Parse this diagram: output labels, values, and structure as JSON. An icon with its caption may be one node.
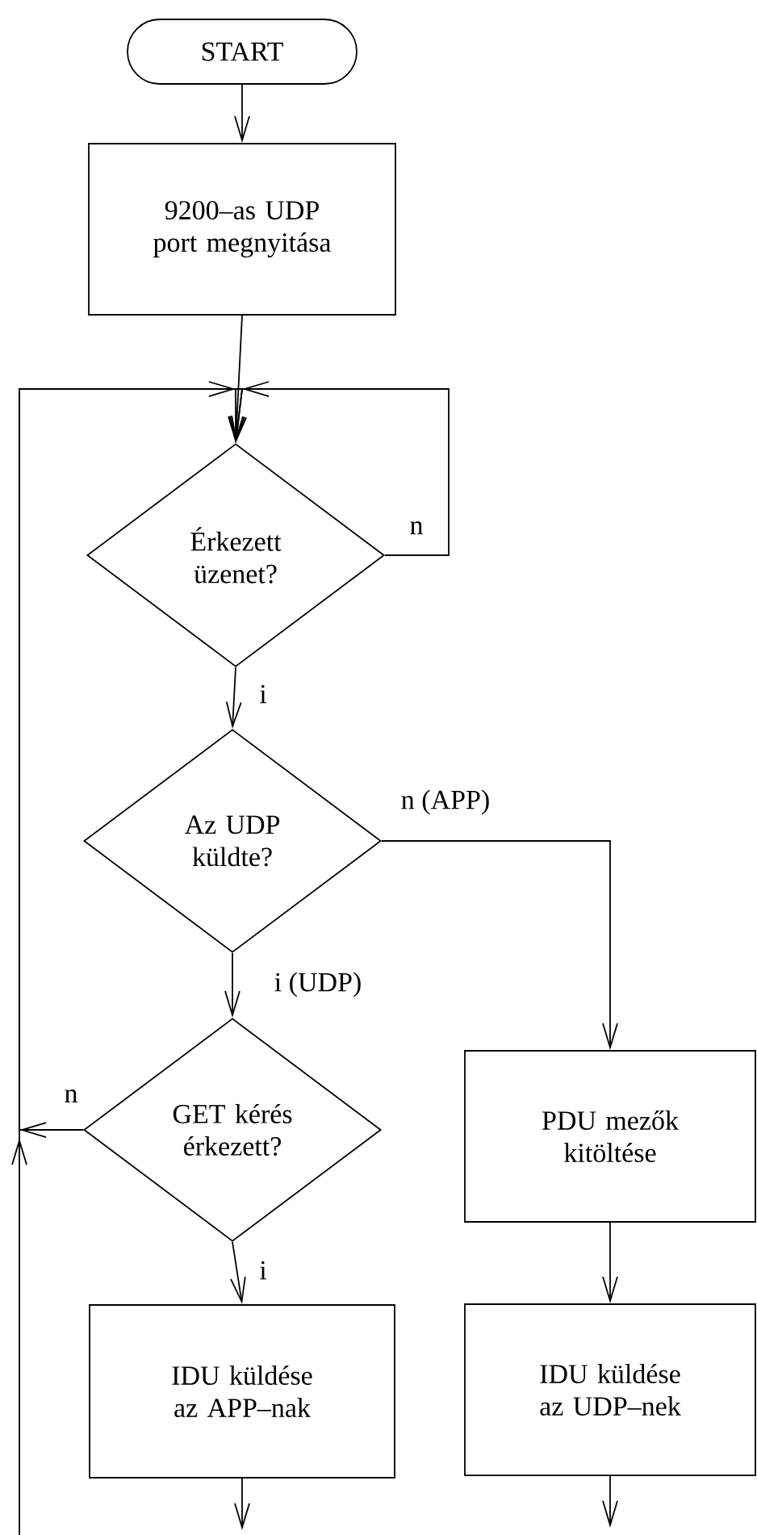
{
  "diagram": {
    "nodes": [
      {
        "text": [
          "START"
        ]
      },
      {
        "text": [
          "9200–as UDP port megnyitása"
        ]
      },
      {
        "text": [
          "Érkezett üzenet?"
        ]
      },
      {
        "text": [
          "Az UDP küldte?"
        ]
      },
      {
        "text": [
          "GET kérés érkezett?"
        ]
      },
      {
        "text": [
          "IDU küldése az APP–nak"
        ]
      },
      {
        "text": [
          "PDU mezők kitöltése"
        ]
      },
      {
        "text": [
          "IDU küldése az UDP–nek"
        ]
      }
    ],
    "edges": [
      {
        "from": 0,
        "to": 1,
        "arrow": "to"
      },
      {
        "from": 1,
        "to": 2,
        "arrow": "to"
      },
      {
        "from": 2,
        "to": 2,
        "arrow": "to",
        "label": "n"
      },
      {
        "from": 2,
        "to": 3,
        "arrow": "to",
        "label": "i"
      },
      {
        "from": 3,
        "to": 4,
        "arrow": "to",
        "label": "i (UDP)"
      },
      {
        "from": 3,
        "to": 6,
        "arrow": "to",
        "label": "n (APP)"
      },
      {
        "from": 4,
        "to": 5,
        "arrow": "to",
        "label": "i"
      },
      {
        "from": 4,
        "to": 2,
        "arrow": "to",
        "label": "n"
      },
      {
        "from": null,
        "to": 2,
        "arrow": "to"
      },
      {
        "from": 5,
        "to": null,
        "arrow": "to"
      },
      {
        "from": 6,
        "to": 7,
        "arrow": "to"
      },
      {
        "from": 7,
        "to": null,
        "arrow": "to"
      }
    ]
  }
}
